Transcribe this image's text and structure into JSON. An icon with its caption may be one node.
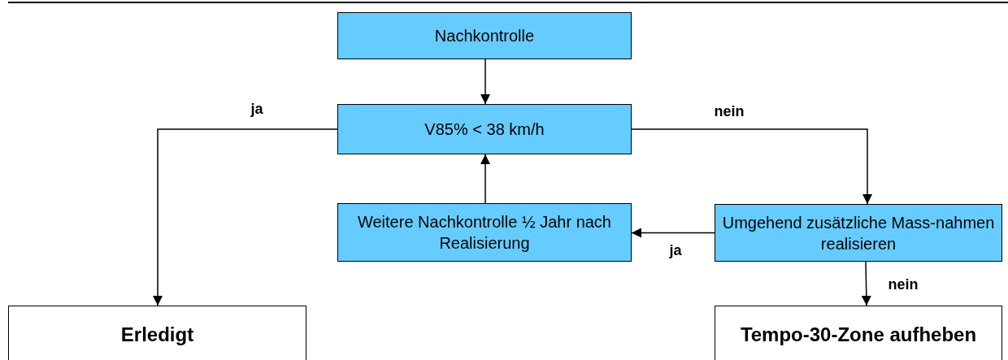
{
  "diagram": {
    "nodes": [
      {
        "text": [
          "Nachkontrolle"
        ]
      },
      {
        "text": [
          "V85% < 38 km/h"
        ]
      },
      {
        "text": [
          "Weitere Nachkontrolle ½ Jahr nach Realisierung"
        ]
      },
      {
        "text": [
          "Umgehend zusätzliche Mass-nahmen realisieren"
        ]
      },
      {
        "text": [
          "Erledigt"
        ]
      },
      {
        "text": [
          "Tempo-30-Zone aufheben"
        ]
      }
    ],
    "edges": [
      {
        "from": 0,
        "to": 1,
        "arrow": "to"
      },
      {
        "from": 1,
        "to": 4,
        "arrow": "to",
        "label": "ja"
      },
      {
        "from": 1,
        "to": 3,
        "arrow": "to",
        "label": "nein"
      },
      {
        "from": 3,
        "to": 2,
        "arrow": "to",
        "label": "ja"
      },
      {
        "from": 3,
        "to": 5,
        "arrow": "to",
        "label": "nein"
      },
      {
        "from": 2,
        "to": 1,
        "arrow": "to"
      }
    ]
  }
}
